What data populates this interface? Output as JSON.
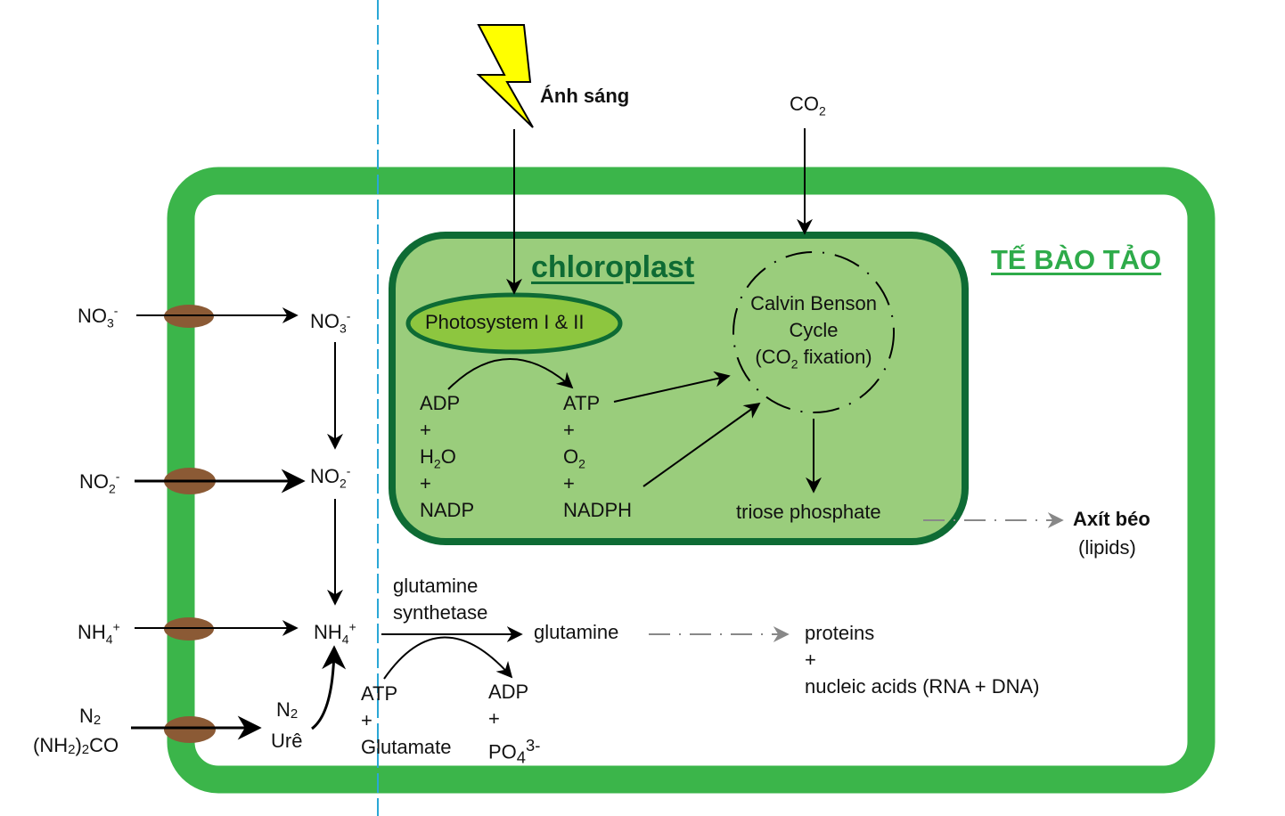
{
  "diagram": {
    "title_cell": "TẾ BÀO TẢO",
    "title_chloroplast": "chloroplast",
    "light": {
      "icon": "lightning-bolt-icon",
      "label": "Ánh sáng"
    },
    "co2_input": {
      "base": "CO",
      "sub": "2"
    },
    "photosystem": "Photosystem I & II",
    "calvin": {
      "line1": "Calvin Benson",
      "line2": "Cycle",
      "line3_pre": "(CO",
      "line3_sub": "2",
      "line3_post": " fixation)"
    },
    "light_reaction_inputs": [
      "ADP",
      "+",
      "H2O",
      "+",
      "NADP"
    ],
    "light_reaction_outputs": [
      "ATP",
      "+",
      "O2",
      "+",
      "NADPH"
    ],
    "triose": "triose phosphate",
    "lipids": {
      "line1": "Axít béo",
      "line2": "(lipids)"
    },
    "external_nitrogen": [
      {
        "base": "NO",
        "sub": "3",
        "sup": "-"
      },
      {
        "base": "NO",
        "sub": "2",
        "sup": "-"
      },
      {
        "base": "NH",
        "sub": "4",
        "sup": "+"
      },
      {
        "line1": "N2",
        "line2": "(NH2)2CO"
      }
    ],
    "internal_nitrogen": [
      {
        "base": "NO",
        "sub": "3",
        "sup": "-"
      },
      {
        "base": "NO",
        "sub": "2",
        "sup": "-"
      },
      {
        "base": "NH",
        "sub": "4",
        "sup": "+"
      },
      {
        "line1": "N2",
        "line2": "Urê"
      }
    ],
    "enzyme": {
      "line1": "glutamine",
      "line2": "synthetase"
    },
    "glutamine": "glutamine",
    "gs_inputs": [
      "ATP",
      "+",
      "Glutamate"
    ],
    "gs_outputs": {
      "line1": "ADP",
      "line2": "+",
      "line3_base": "PO",
      "line3_sub": "4",
      "line3_sup": "3-"
    },
    "products": [
      "proteins",
      "+",
      "nucleic acids (RNA + DNA)"
    ],
    "colors": {
      "cell_wall": "#3bb54a",
      "chloroplast_fill": "#9acd7c",
      "chloroplast_border": "#0e6b34",
      "photosystem_fill": "#8dc63f",
      "transporter": "#8b5a35",
      "lightning": "#ffff00",
      "divider": "#2aa7d6",
      "dashed_arrow": "#888888"
    }
  }
}
